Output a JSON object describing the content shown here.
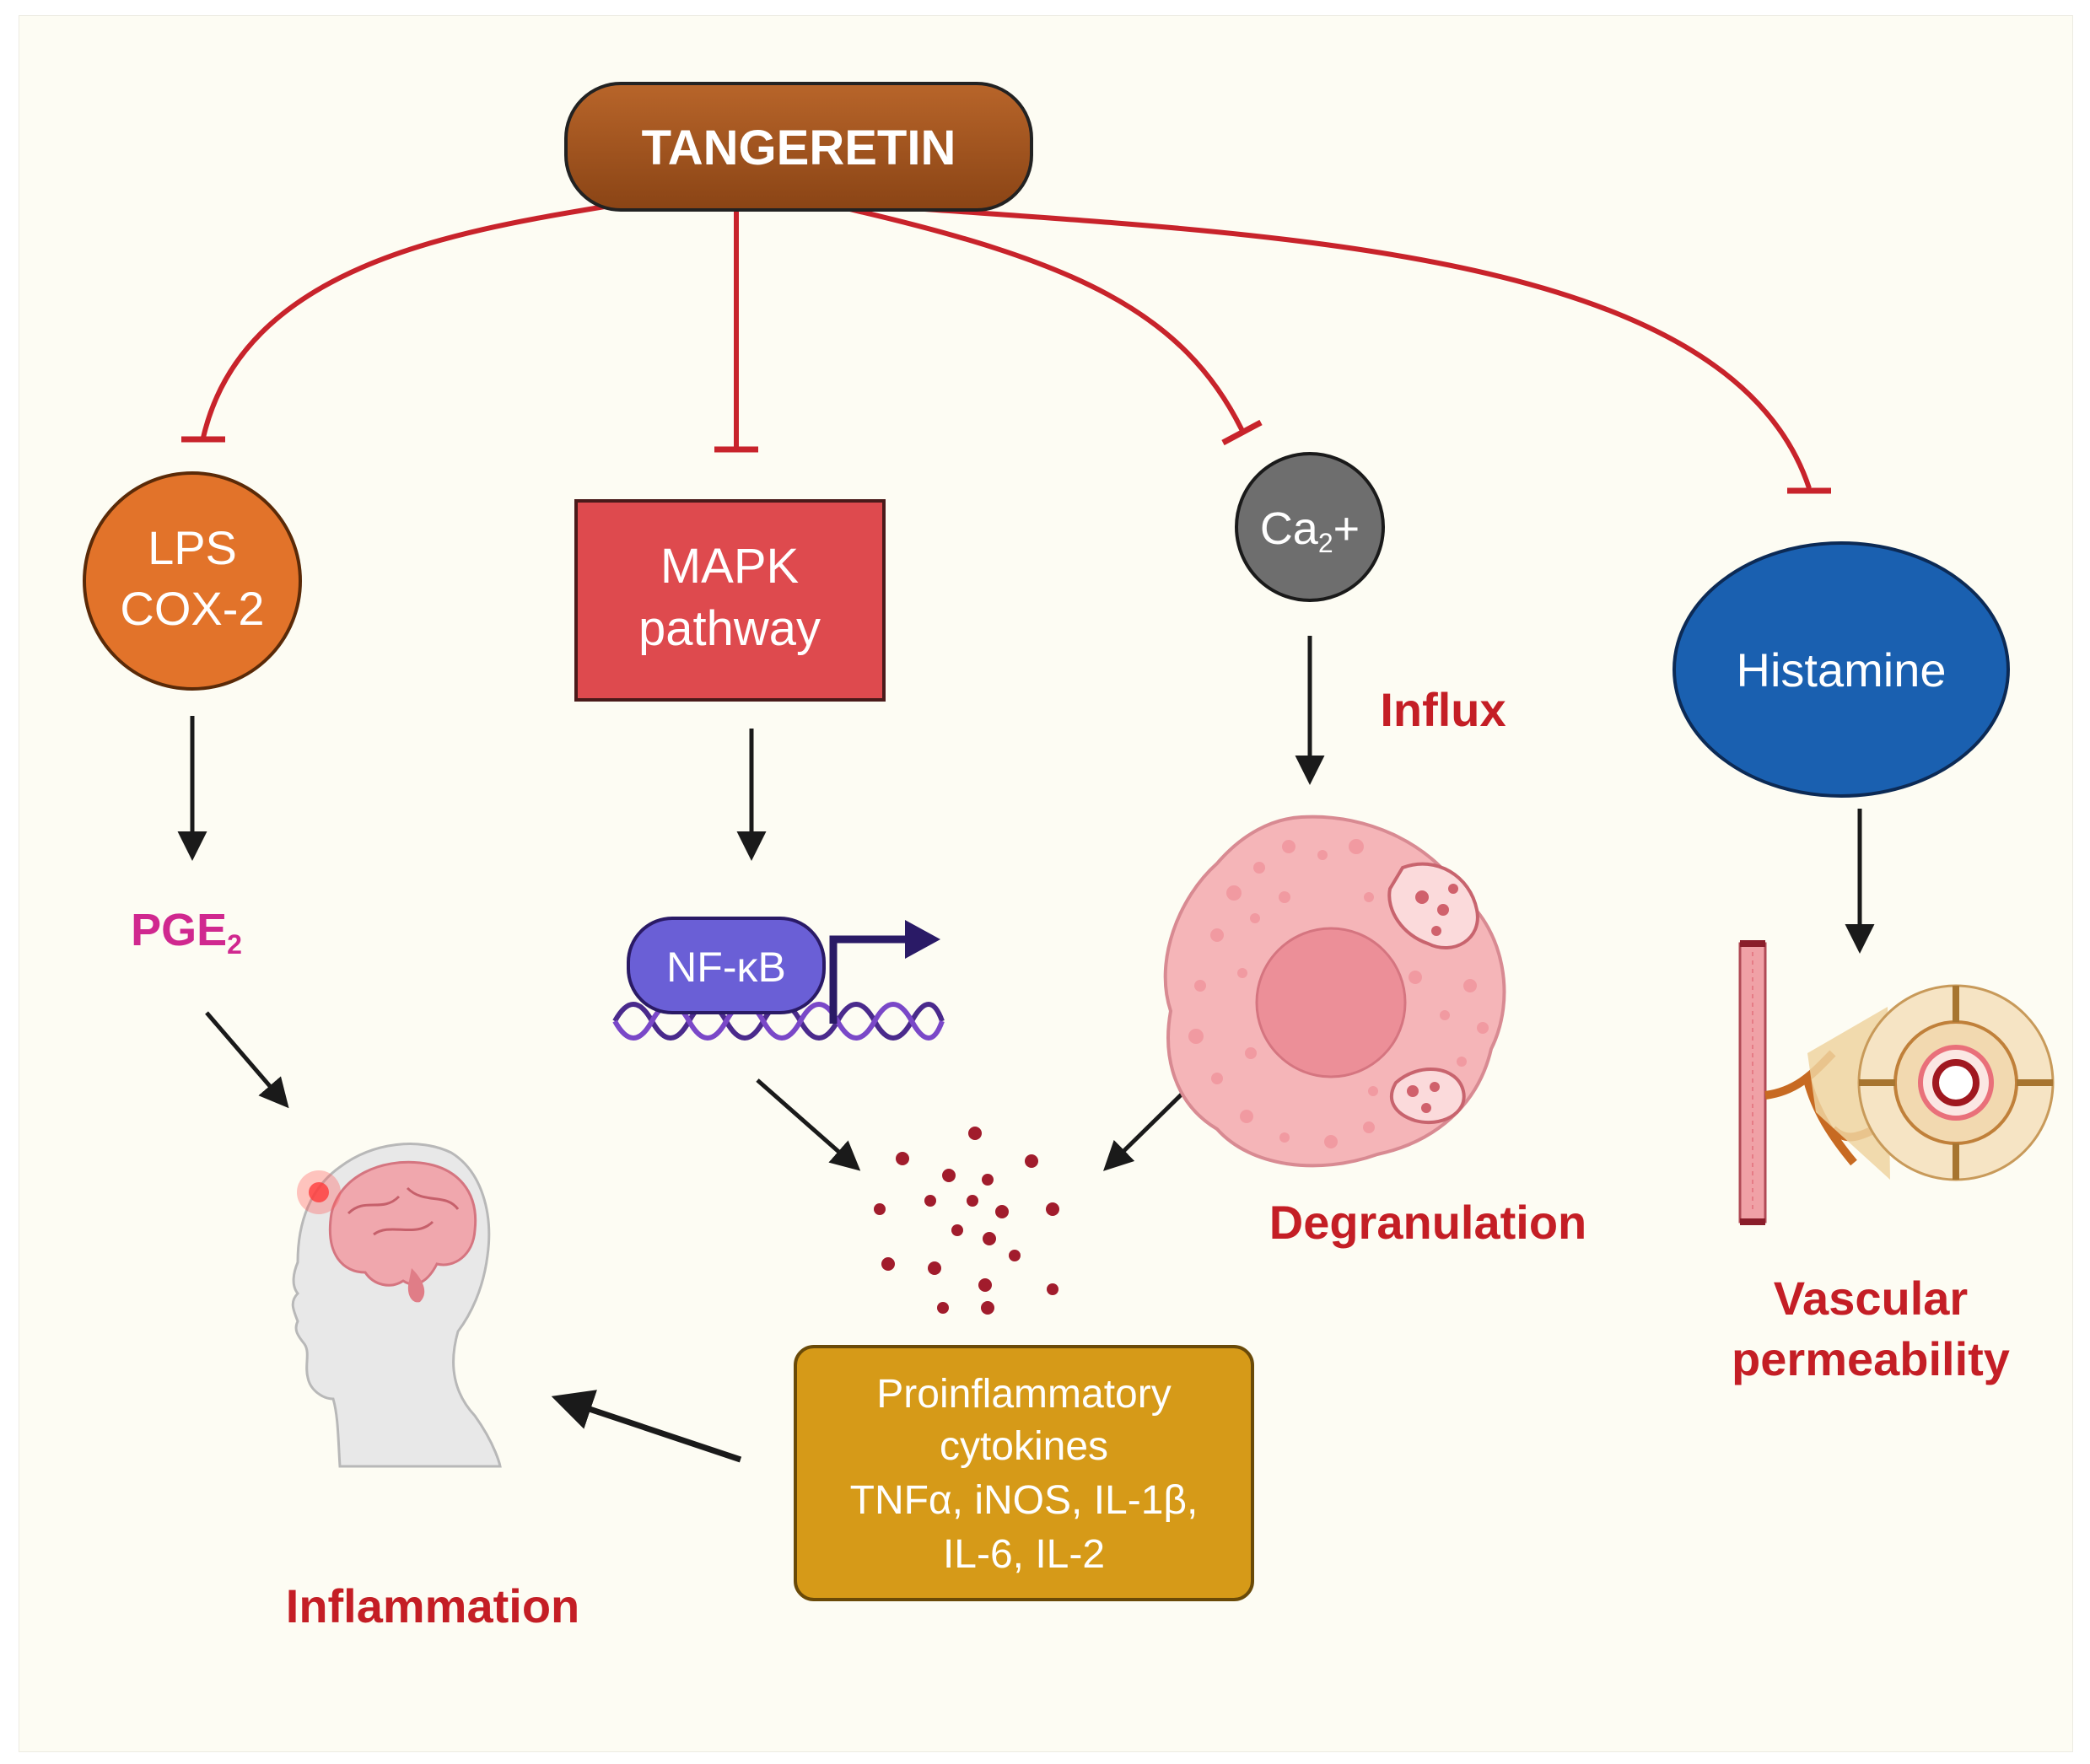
{
  "colors": {
    "inhibit": "#c8232b",
    "arrow": "#1a1a1a",
    "tangeretin": "#a0521a",
    "lps_node": "#e2732a",
    "mapk_node": "#de4a4e",
    "ca_node": "#6e6e6e",
    "histamine_node": "#1a60b0",
    "cytokine_box": "#d69a18",
    "nfkb": "#6a5fd6",
    "dna": "#4a2a8c",
    "red_label": "#c41e25",
    "pge_label": "#d0288f",
    "cell": "#f5b5b8",
    "granule": "#a11c2c"
  },
  "nodes": {
    "tangeretin": "TANGERETIN",
    "lps": "LPS",
    "cox2": "COX-2",
    "mapk": "MAPK",
    "pathway": "pathway",
    "ca_main": "Ca",
    "ca_sub": "2",
    "ca_plus": "+",
    "histamine": "Histamine",
    "pge_main": "PGE",
    "pge_sub": "2",
    "nfkb": "NF-κB"
  },
  "labels": {
    "influx": "Influx",
    "degranulation": "Degranulation",
    "vascular": "Vascular",
    "permeability": "permeability",
    "inflammation": "Inflammation"
  },
  "cytokines": {
    "line1": "Proinflammatory",
    "line2": "cytokines",
    "line3": "TNFα, iNOS, IL-1β,",
    "line4": "IL-6, IL-2"
  },
  "icons": [
    "brain-head-icon",
    "mast-cell-icon",
    "blood-vessel-icon",
    "dna-helix-icon",
    "transcription-arrow-icon"
  ]
}
